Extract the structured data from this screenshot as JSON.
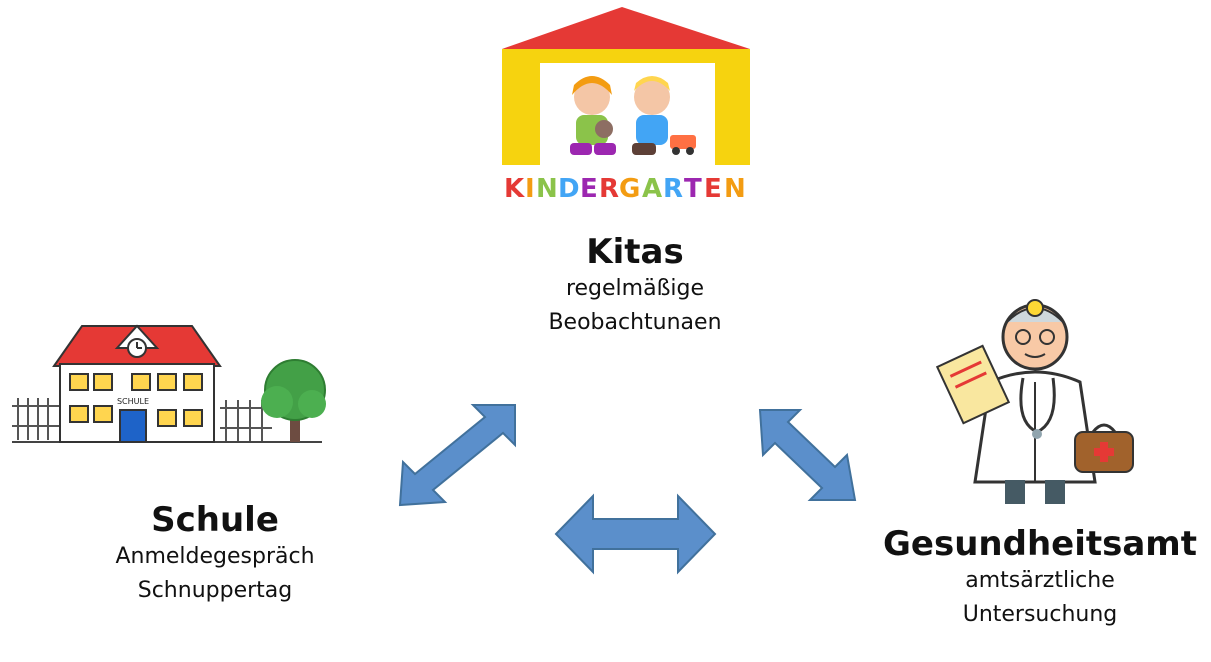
{
  "kita": {
    "title": "Kitas",
    "line1": "regelmäßige",
    "line2": "Beobachtunaen",
    "logo_text": "KINDERGARTEN"
  },
  "schule": {
    "title": "Schule",
    "line1": "Anmeldegespräch",
    "line2": "Schnuppertag",
    "building_sign": "SCHULE"
  },
  "amt": {
    "title": "Gesundheitsamt",
    "line1": "amtsärztliche",
    "line2": "Untersuchung"
  },
  "colors": {
    "arrow": "#5B8FCB",
    "arrow_stroke": "#41719C",
    "roof": "#E53935",
    "tent_yellow": "#F6D30F"
  },
  "icons": [
    "kindergarten-logo",
    "school-building-icon",
    "tree-icon",
    "doctor-icon",
    "double-arrow-icon"
  ]
}
